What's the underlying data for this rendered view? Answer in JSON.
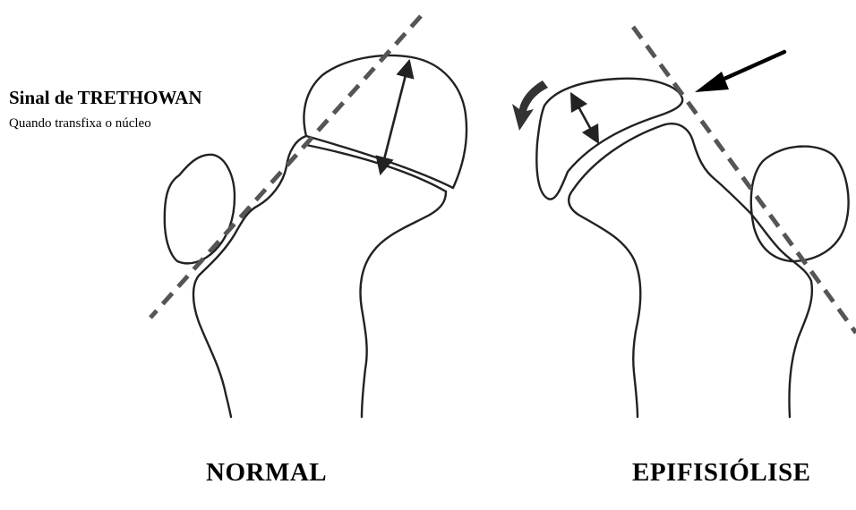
{
  "sign": {
    "title": "Sinal de TRETHOWAN",
    "subtitle": "Quando transfixa o núcleo"
  },
  "panels": {
    "normal_label": "NORMAL",
    "epifisiolise_label": "EPIFISIÓLISE"
  },
  "colors": {
    "ink": "#222222",
    "dashed_line": "#555555",
    "arrow": "#000000"
  }
}
